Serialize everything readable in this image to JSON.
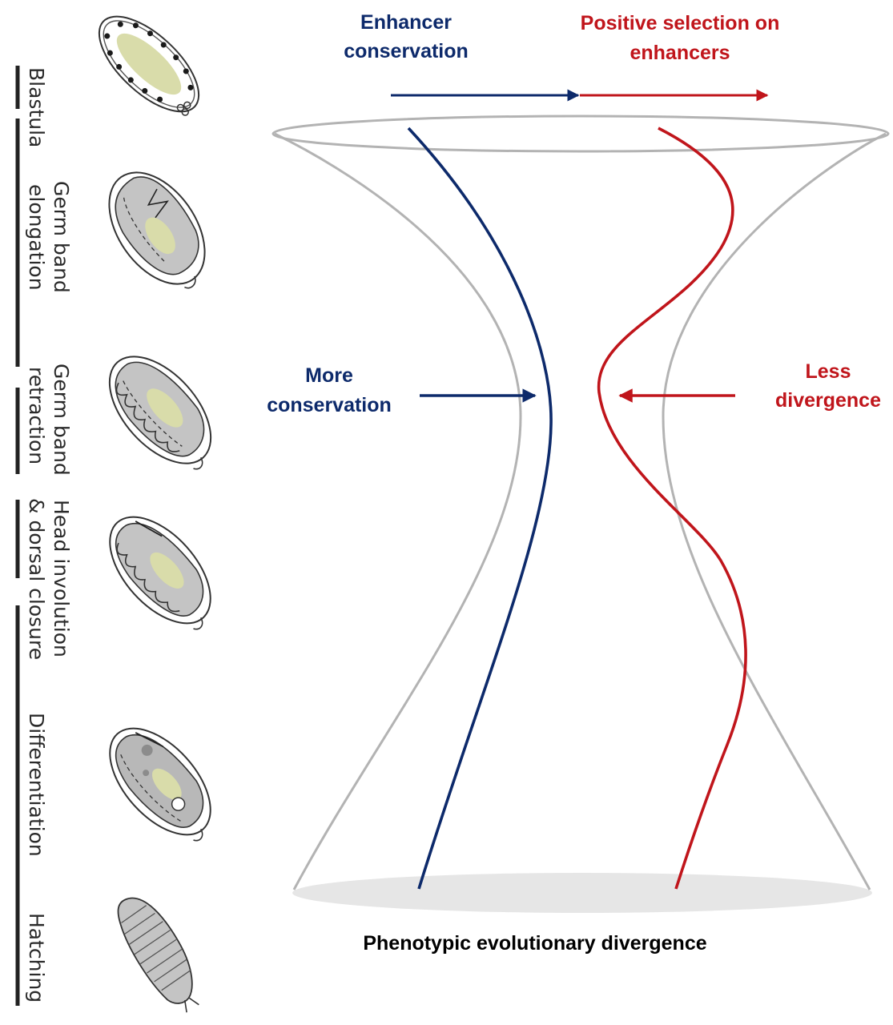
{
  "title_top_blue": [
    "Enhancer",
    "conservation"
  ],
  "title_top_red": [
    "Positive selection on",
    "enhancers"
  ],
  "label_mid_blue": [
    "More",
    "conservation"
  ],
  "label_mid_red": [
    "Less",
    "divergence"
  ],
  "bottom_label": "Phenotypic evolutionary divergence",
  "stages": [
    {
      "lines": [
        "Blastula"
      ]
    },
    {
      "lines": [
        "Germ band",
        "elongation"
      ]
    },
    {
      "lines": [
        "Germ band",
        "retraction"
      ]
    },
    {
      "lines": [
        "Head involution",
        "& dorsal closure"
      ]
    },
    {
      "lines": [
        "Differentiation"
      ]
    },
    {
      "lines": [
        "Hatching"
      ]
    }
  ],
  "colors": {
    "blue": "#0d2a6b",
    "red": "#c0151b",
    "hourglass": "#b3b3b3",
    "shadow": "#e6e6e6",
    "yolk": "#d9dcaa",
    "embryo": "#c4c4c4"
  }
}
